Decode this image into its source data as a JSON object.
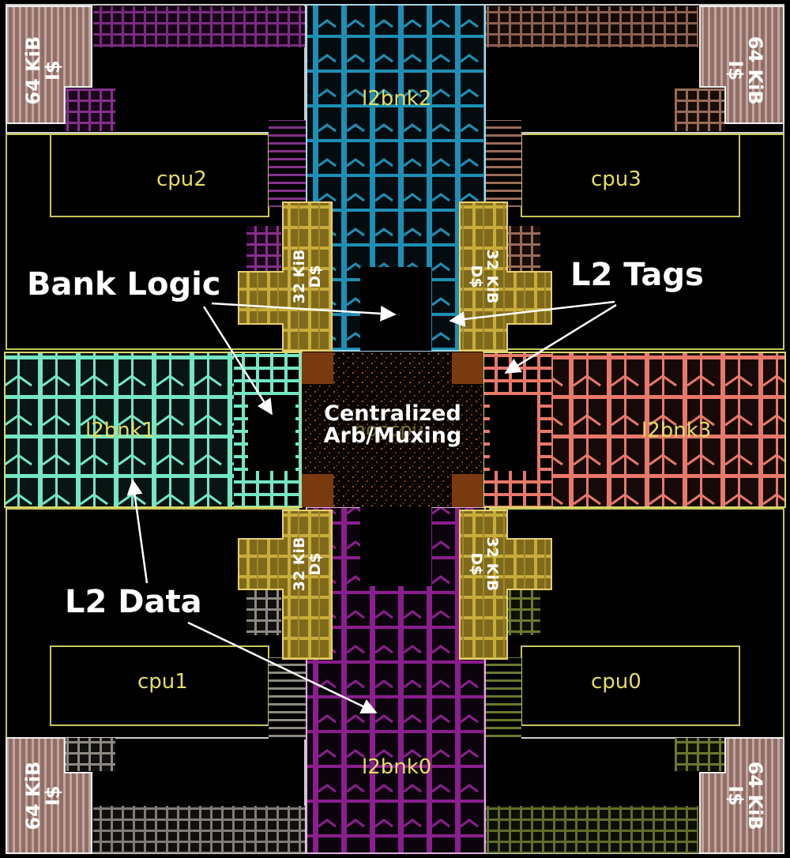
{
  "blocks": {
    "cpu0": "cpu0",
    "cpu1": "cpu1",
    "cpu2": "cpu2",
    "cpu3": "cpu3",
    "l2bnk0": "l2bnk0",
    "l2bnk1": "l2bnk1",
    "l2bnk2": "l2bnk2",
    "l2bnk3": "l2bnk3",
    "noncpu": "noncpu"
  },
  "caches": {
    "icache_line1": "64 KiB",
    "icache_line2": "I$",
    "dcache_line1": "32 KiB",
    "dcache_line2": "D$"
  },
  "annotations": {
    "bank_logic": "Bank Logic",
    "l2_tags": "L2 Tags",
    "l2_data": "L2 Data",
    "centralized_line1": "Centralized",
    "centralized_line2": "Arb/Muxing"
  },
  "colors": {
    "background": "#000000",
    "cpu_outline": "#c9c65a",
    "l2bnk0": "#8a1e8e",
    "l2bnk1": "#74e6c4",
    "l2bnk2": "#1e8fb4",
    "l2bnk3": "#e8786a",
    "noncpu": "#7a3a10",
    "dcache": "#b0962c",
    "icache": "#a88880",
    "cpu0_l1": "#6a7a2c",
    "cpu1_l1": "#8e8a82",
    "cpu2_l1": "#86308e",
    "cpu3_l1": "#9a6c58",
    "label_text": "#e6dc62",
    "annotation_text": "#ffffff"
  }
}
